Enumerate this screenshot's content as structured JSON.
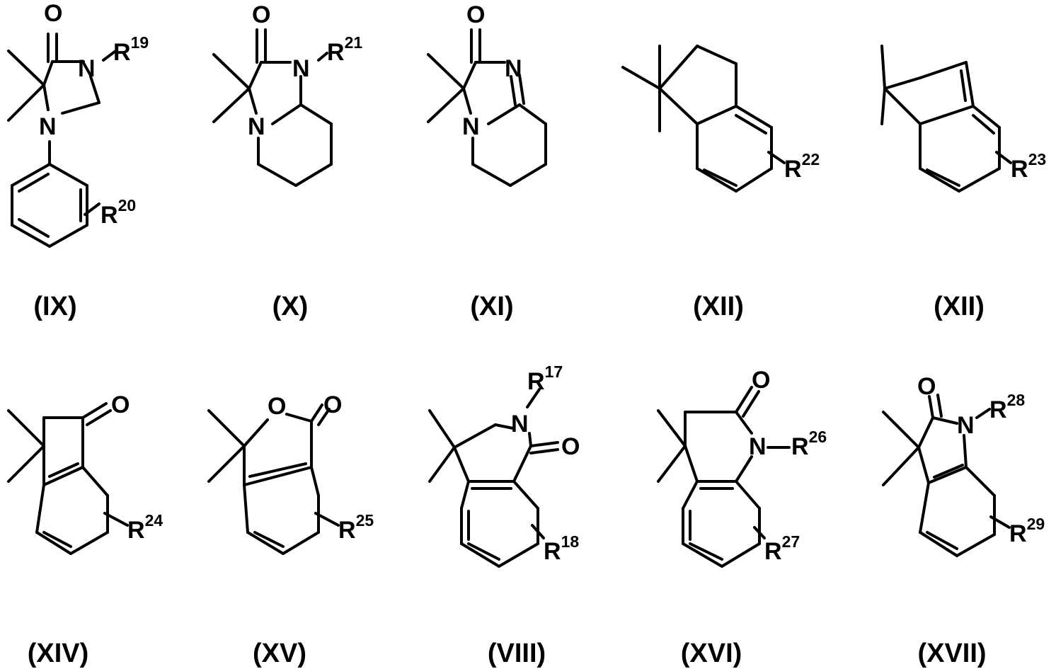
{
  "structures": [
    {
      "id": "s1",
      "caption": "(IX)",
      "atoms": {
        "O": "O",
        "N1": "N",
        "N2": "N"
      },
      "groups": {
        "ra": {
          "base": "R",
          "sup": "19"
        },
        "rb": {
          "base": "R",
          "sup": "20"
        }
      }
    },
    {
      "id": "s2",
      "caption": "(X)",
      "atoms": {
        "O": "O",
        "N1": "N",
        "N2": "N"
      },
      "groups": {
        "ra": {
          "base": "R",
          "sup": "21"
        }
      }
    },
    {
      "id": "s3",
      "caption": "(XI)",
      "atoms": {
        "O": "O",
        "N1": "N",
        "N2": "N"
      }
    },
    {
      "id": "s4",
      "caption": "(XII)",
      "groups": {
        "ra": {
          "base": "R",
          "sup": "22"
        }
      }
    },
    {
      "id": "s5",
      "caption": "(XII)",
      "groups": {
        "ra": {
          "base": "R",
          "sup": "23"
        }
      }
    },
    {
      "id": "s6",
      "caption": "(XIV)",
      "atoms": {
        "O": "O"
      },
      "groups": {
        "ra": {
          "base": "R",
          "sup": "24"
        }
      }
    },
    {
      "id": "s7",
      "caption": "(XV)",
      "atoms": {
        "O1": "O",
        "O2": "O"
      },
      "groups": {
        "ra": {
          "base": "R",
          "sup": "25"
        }
      }
    },
    {
      "id": "s8",
      "caption": "(VIII)",
      "atoms": {
        "N": "N",
        "O": "O"
      },
      "groups": {
        "ra": {
          "base": "R",
          "sup": "17"
        },
        "rb": {
          "base": "R",
          "sup": "18"
        }
      }
    },
    {
      "id": "s9",
      "caption": "(XVI)",
      "atoms": {
        "O": "O",
        "N": "N"
      },
      "groups": {
        "ra": {
          "base": "R",
          "sup": "26"
        },
        "rb": {
          "base": "R",
          "sup": "27"
        }
      }
    },
    {
      "id": "s10",
      "caption": "(XVII)",
      "atoms": {
        "O": "O",
        "N": "N"
      },
      "groups": {
        "ra": {
          "base": "R",
          "sup": "28"
        },
        "rb": {
          "base": "R",
          "sup": "29"
        }
      }
    }
  ]
}
